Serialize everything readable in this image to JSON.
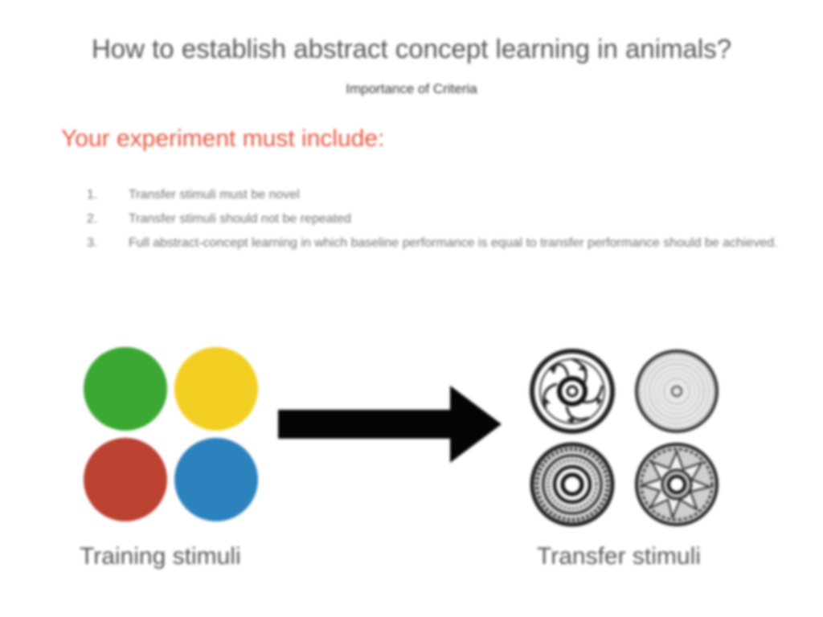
{
  "slide": {
    "title": "How to establish abstract concept learning in animals?",
    "subtitle": "Importance of Criteria",
    "heading": "Your experiment must include:",
    "heading_color": "#e2553d",
    "criteria": [
      {
        "num": "1.",
        "text": "Transfer stimuli must be novel"
      },
      {
        "num": "2.",
        "text": "Transfer stimuli should not be repeated"
      },
      {
        "num": "3.",
        "text": "Full abstract-concept learning in which baseline performance is equal to transfer performance should be achieved."
      }
    ]
  },
  "training": {
    "caption": "Training stimuli",
    "circle_colors": [
      "#3aa832",
      "#f3cf24",
      "#bb4131",
      "#2c82bd"
    ]
  },
  "transfer": {
    "caption": "Transfer stimuli",
    "icons": [
      "gear-wheel-icon",
      "radial-disc-icon",
      "ring-wheel-icon",
      "star-wheel-icon"
    ]
  }
}
